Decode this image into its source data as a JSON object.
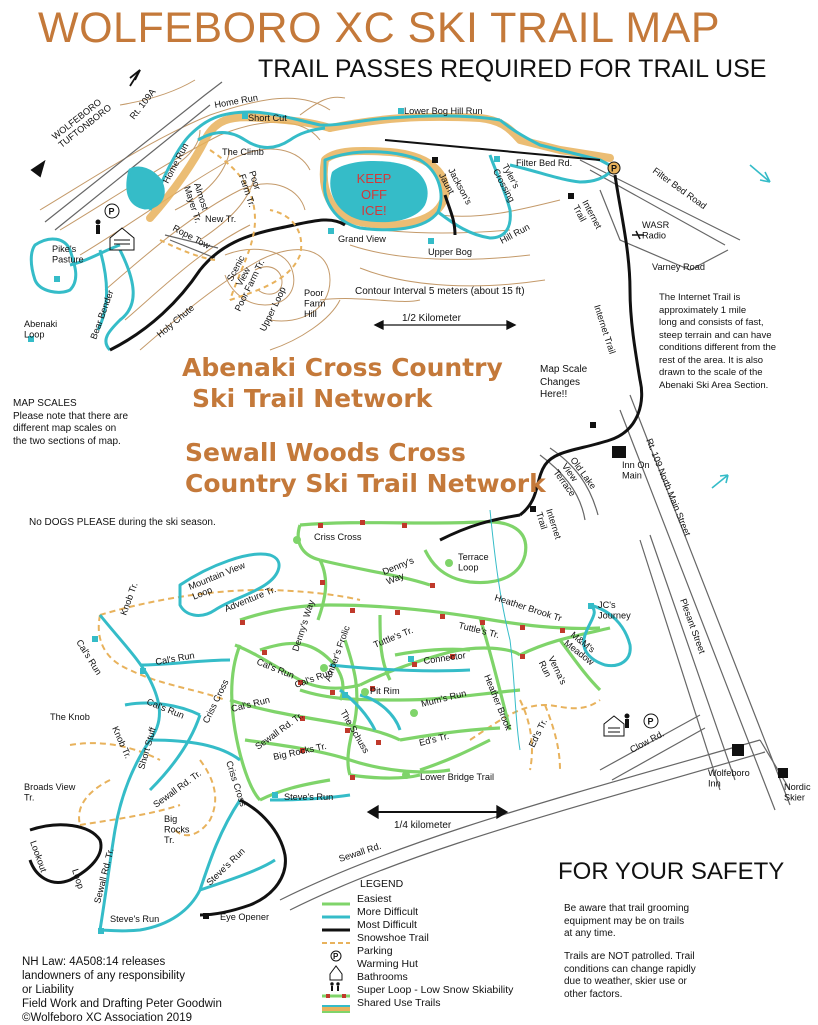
{
  "header": {
    "title": "WOLFEBORO XC SKI TRAIL MAP",
    "subtitle": "TRAIL PASSES REQUIRED FOR TRAIL USE"
  },
  "networks": {
    "abenaki_line1": "Abenaki Cross Country",
    "abenaki_line2": "Ski Trail Network",
    "sewall_line1": "Sewall Woods Cross",
    "sewall_line2": "Country Ski Trail Network"
  },
  "notes": {
    "map_scales": "MAP SCALES\nPlease note that there are\ndifferent map scales on\nthe two sections of map.",
    "internet_trail": "The Internet Trail is\napproximately 1 mile\nlong and consists of fast,\nsteep terrain and can have\nconditions different from the\nrest of the area. It is also\ndrawn to the scale of the\nAbenaki Ski Area Section.",
    "no_dogs": "No DOGS PLEASE during the ski season.",
    "contour": "Contour Interval 5 meters (about 15 ft)",
    "scale_half_km": "1/2 Kilometer",
    "scale_quarter_km": "1/4 kilometer",
    "scale_change": "Map Scale\nChanges\nHere!!",
    "keep_off_ice": "KEEP\nOFF\nICE!"
  },
  "labels": {
    "wolfeboro_tuftonboro": [
      "WOLFEBORO",
      "TUFTONBORO"
    ],
    "rt109a": "Rt. 109A",
    "home_run": "Home Run",
    "short_cut": "Short Cut",
    "lower_bog_hill_run": "Lower Bog Hill Run",
    "the_climb": "The Climb",
    "poor_farm_tr": [
      "Poor",
      "Farm Tr."
    ],
    "almost_mayer": [
      "Almost",
      "Mayer Tr."
    ],
    "new_tr": "New Tr.",
    "rope_tow": "Rope Tow",
    "pikes_pasture": [
      "Pike's",
      "Pasture"
    ],
    "abenaki_loop": [
      "Abenaki",
      "Loop"
    ],
    "bear_bender": "Bear Bender",
    "holy_chute": "Holy Chute",
    "scenic_view": [
      "Scenic",
      "View"
    ],
    "poor_farm_tr_2": "Poor Farm Tr.",
    "upper_loop": "Upper Loop",
    "poor_farm_hill": [
      "Poor",
      "Farm",
      "Hill"
    ],
    "grand_view": "Grand View",
    "upper_bog": "Upper Bog",
    "jacksons_jaunt": [
      "Jackson's",
      "Jaunt"
    ],
    "tylers_crossing": [
      "Tyler's",
      "Crossing"
    ],
    "hill_run": "Hill Run",
    "filter_bed_rd": "Filter Bed Rd.",
    "filter_bed_road": "Filter Bed Road",
    "internet_trail": [
      "Internet",
      "Trail"
    ],
    "wasr_radio": [
      "WASR",
      "Radio"
    ],
    "varney_road": "Varney Road",
    "internet_trail_long": "Internet Trail",
    "old_lake_view_terrace": [
      "Old Lake",
      "View",
      "Terrace"
    ],
    "inn_on_main": [
      "Inn On",
      "Main"
    ],
    "rt109_north_main": "Rt. 109 North Main Street",
    "criss_cross": "Criss Cross",
    "terrace_loop": [
      "Terrace",
      "Loop"
    ],
    "mountain_view_loop": [
      "Mountain View",
      "Loop"
    ],
    "adventure_tr": "Adventure Tr.",
    "dennys_way": [
      "Denny's",
      "Way"
    ],
    "dennys_way_2": "Denny's Way",
    "heather_brook_tr": "Heather Brook Tr",
    "jcs_journey": [
      "JC's",
      "Journey"
    ],
    "pleasant_street": "Plesant Street",
    "knob_tr": "Knob Tr.",
    "cals_run": "Cal's Run",
    "cals_run_2": "Cal's Run",
    "cals_run_3": "Cal's Run",
    "cals_run_4": "Cal's Run",
    "cals_run_5": "Cal's Run",
    "ambers_frolic": "Amber's Frolic",
    "tuttles_tr": "Tuttle's Tr.",
    "tuttles_tr_2": "Tuttle's Tr.",
    "connector": "Connector",
    "vernas_run": [
      "Verna's",
      "Run"
    ],
    "mms_meadow": [
      "M&M's",
      "Meadow"
    ],
    "the_knob": "The Knob",
    "pit_rim": "Pit Rim",
    "mums_run": "Mum's Run",
    "heather_brook": "Heather Brook",
    "criss_cross_2": "Criss Cross",
    "cals_run_6": "Cal's Run",
    "sewall_rd_tr": "Sewall Rd. Tr.",
    "the_schuss": "The Schuss",
    "knob_tr_2": "Knob Tr.",
    "short_stuff": "Short Stuff",
    "big_rocks_tr": "Big Rocks Tr.",
    "eds_tr": "Ed's Tr.",
    "eds_tr_2": "Ed's Tr.",
    "clow_rd": "Clow Rd.",
    "broads_view_tr": [
      "Broads View",
      "Tr."
    ],
    "sewall_rd_tr_2": "Sewall Rd. Tr.",
    "criss_cross_3": "Criss Cross",
    "lower_bridge_trail": "Lower Bridge Trail",
    "big_rocks_tr_2": [
      "Big",
      "Rocks",
      "Tr."
    ],
    "steves_run": "Steve's Run",
    "wolfeboro_inn": [
      "Wolfeboro",
      "Inn"
    ],
    "nordic_skier": [
      "Nordic",
      "Skier"
    ],
    "lookout": "Lookout",
    "loop": "Loop",
    "sewall_rd_tr_3": "Sewall Rd. Tr.",
    "sewall_rd": "Sewall Rd.",
    "steves_run_2": "Steve's Run",
    "steves_run_3": "Steve's Run",
    "eye_opener": "Eye Opener"
  },
  "legend": {
    "title": "LEGEND",
    "items": [
      {
        "key": "easiest",
        "label": "Easiest",
        "color": "#7fd46a"
      },
      {
        "key": "more_difficult",
        "label": "More Difficult",
        "color": "#35bcc8"
      },
      {
        "key": "most_difficult",
        "label": "Most Difficult",
        "color": "#111111"
      },
      {
        "key": "snowshoe",
        "label": "Snowshoe Trail",
        "color": "#e8b25c"
      },
      {
        "key": "parking",
        "label": "Parking",
        "symbol": "P"
      },
      {
        "key": "warming_hut",
        "label": "Warming Hut"
      },
      {
        "key": "bathrooms",
        "label": "Bathrooms"
      },
      {
        "key": "super_loop",
        "label": "Super Loop - Low Snow Skiability",
        "color": "#c0392b"
      },
      {
        "key": "shared_use",
        "label": "Shared Use Trails",
        "color": "#e8b25c"
      }
    ]
  },
  "safety": {
    "heading": "FOR YOUR SAFETY",
    "p1": "Be aware that trail grooming\nequipment may be on trails\nat any time.",
    "p2": "Trails are NOT patrolled. Trail\nconditions can change rapidly\ndue to weather, skier use or\nother factors."
  },
  "footer": {
    "law": "NH Law: 4A508:14 releases\nlandowners of any responsibility\nor Liability",
    "credit": "Field Work and Drafting Peter Goodwin",
    "copyright": "©Wolfeboro XC Association 2019"
  },
  "colors": {
    "title": "#c4793a",
    "easiest": "#7fd46a",
    "more_difficult": "#35bcc8",
    "most_difficult": "#111111",
    "contour": "#c49a6a",
    "snowshoe": "#e8b25c",
    "super_loop": "#c0392b",
    "road": "#555555",
    "keep_off_ice": "#d33a3a"
  }
}
